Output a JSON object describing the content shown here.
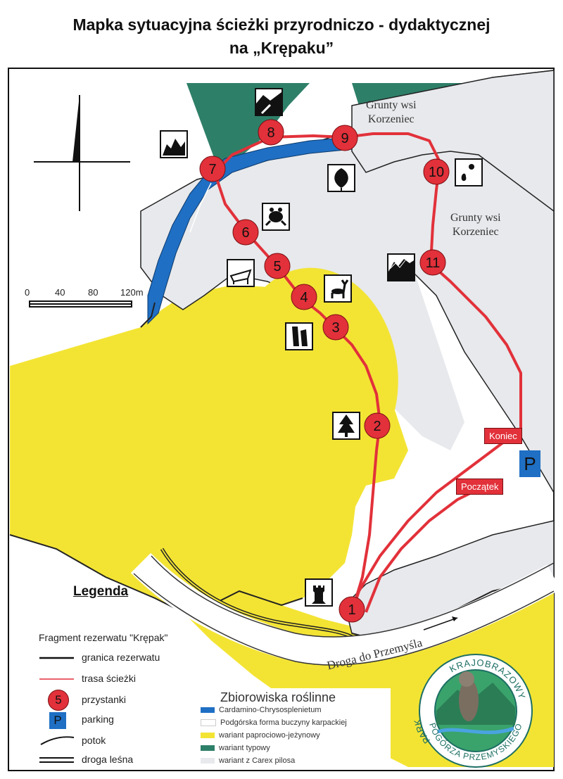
{
  "title": {
    "line1": "Mapka sytuacyjna ścieżki przyrodniczo - dydaktycznej",
    "line2": "na „Krępaku”"
  },
  "labels": {
    "grunty1": "Grunty wsi\nKorzeniec",
    "grunty2": "Grunty wsi\nKorzeniec",
    "droga": "Droga do Przemyśla",
    "koniec": "Koniec",
    "poczatek": "Początek",
    "parking_sign": "P"
  },
  "scale": {
    "ticks": [
      "0",
      "40",
      "80",
      "120m"
    ]
  },
  "stops": [
    "1",
    "2",
    "3",
    "4",
    "5",
    "6",
    "7",
    "8",
    "9",
    "10",
    "11"
  ],
  "icons": [
    "landscape-icon",
    "rocks-icon",
    "leaf-icon",
    "tree-icon",
    "frog-icon",
    "deer-icon",
    "hollow-icon",
    "bear-icon",
    "spruce-icon",
    "castle-icon",
    "mountains-icon"
  ],
  "legend": {
    "title": "Legenda",
    "fragment": "Fragment rezerwatu \"Krępak\"",
    "items": [
      "granica rezerwatu",
      "trasa ścieżki",
      "przystanki",
      "parking",
      "potok",
      "droga leśna"
    ],
    "stop_sample": "5",
    "parking_sample": "P"
  },
  "plants": {
    "title": "Zbiorowiska roślinne",
    "items": [
      {
        "label": "Cardamino-Chrysosplenietum",
        "color": "#1f6fc4"
      },
      {
        "label": "Podgórska forma buczyny karpackiej",
        "color": "#ffffff"
      },
      {
        "label": "wariant paprociowo-jeżynowy",
        "color": "#f3e434"
      },
      {
        "label": "wariant typowy",
        "color": "#2e7f68"
      },
      {
        "label": "wariant z Carex pilosa",
        "color": "#e7e9ec"
      }
    ]
  },
  "badge": {
    "top": "KRAJOBRAZOWY",
    "left": "PARK",
    "bottom": "POGÓRZA PRZEMYSKIEGO"
  },
  "colors": {
    "route": "#e2313a",
    "stream": "#1f6fc4",
    "yellow": "#f3e434",
    "green": "#2e7f68",
    "grey": "#e7e9ec",
    "border": "#111111"
  }
}
